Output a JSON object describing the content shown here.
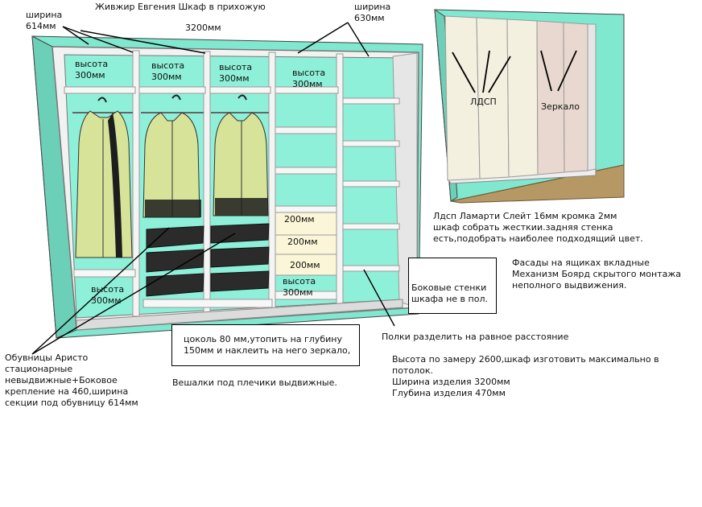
{
  "title": "Живжир Евгения Шкаф в прихожую",
  "width_left": "ширина\n614мм",
  "width_right": "ширина\n630мм",
  "total_width": "3200мм",
  "heights_top": [
    "высота\n300мм",
    "высота\n300мм",
    "высота\n300мм",
    "высота\n300мм"
  ],
  "height_bottom_left": "высота\n300мм",
  "height_bottom_mid": "высота\n300мм",
  "drawers": [
    "200мм",
    "200мм",
    "200мм"
  ],
  "facade_labels": {
    "ldsp": "ЛДСП",
    "mirror": "Зеркало"
  },
  "notes": {
    "material": "Лдсп Ламарти Слейт 16мм кромка 2мм\nшкаф собрать жесткии.задняя стенка\nесть,подобрать наиболее подходящий цвет.",
    "drawer_facades": "Фасады на ящиках вкладные\nМеханизм Боярд скрытого монтажа\nнеполного выдвижения.",
    "side_walls": "Боковые стенки\nшкафа не в пол.",
    "plinth": "цоколь 80 мм,утопить на глубину\n150мм и наклеить на него зеркало,",
    "shelves": "Полки разделить на равное расстояние",
    "shoes": "Обувницы Аристо\nстационарные\nневыдвижные+Боковое\nкрепление на 460,ширина\nсекции под обувницу 614мм",
    "hangers": "Вешалки под плечики выдвижные.",
    "dimensions": "Высота по замеру 2600,шкаф изготовить максимально в потолок.\nШирина изделия 3200мм\nГлубина изделия 470мм"
  },
  "colors": {
    "wall": "#7fe8cf",
    "wall_dark": "#6ccfb8",
    "cabinet": "#f2f2f2",
    "cabinet_edge": "#9a9a9a",
    "floor": "#b59864",
    "door_ldsp": "#f3f0e0",
    "door_mirror": "#e8d8cf",
    "drawer_front": "#fbf6d8",
    "garment": "#d8e39a",
    "shoe_rack": "#2b2b2b"
  }
}
